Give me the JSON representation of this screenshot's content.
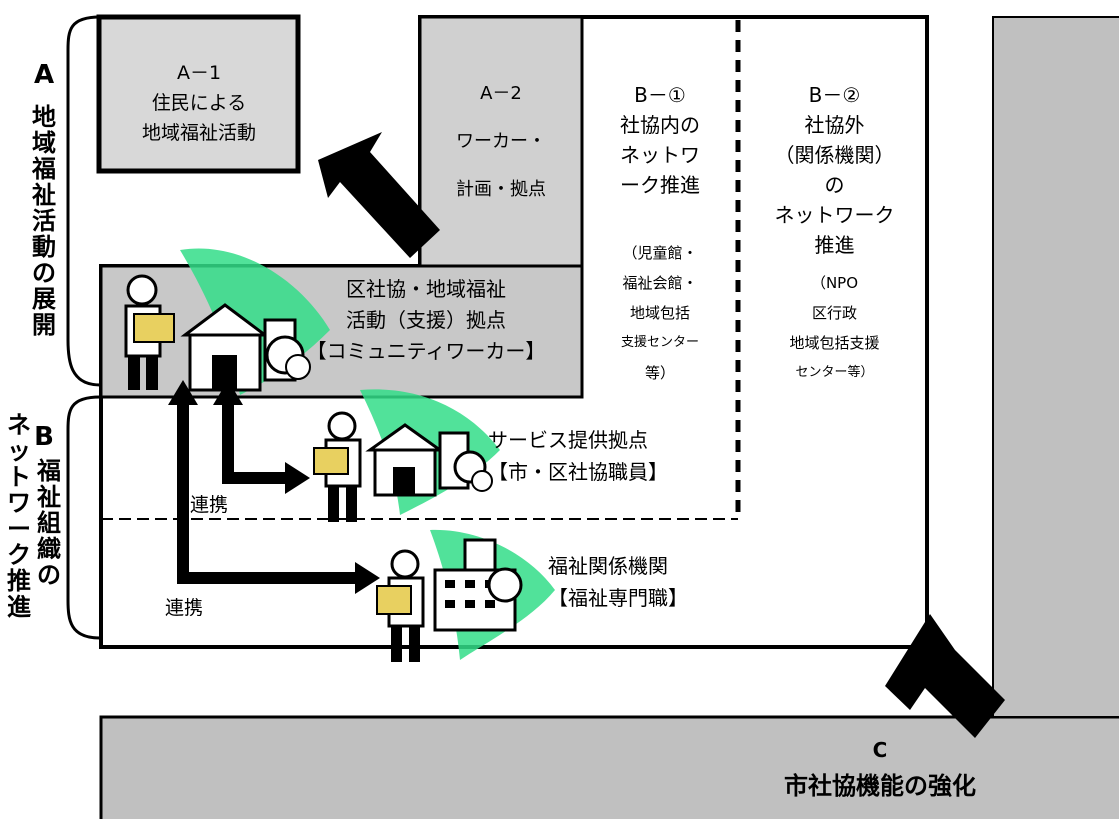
{
  "left_labels": {
    "a_letter": "A",
    "a_text": "地域福祉活動の展開",
    "b_letter": "B",
    "b_line1": "ネットワーク推進",
    "b_line2": "福祉組織の"
  },
  "boxes": {
    "a1": {
      "line1": "A－1",
      "line2": "住民による",
      "line3": "地域福祉活動"
    },
    "a2": {
      "line1": "A－2",
      "line2": "ワーカー・",
      "line3": "計画・拠点"
    },
    "b1": {
      "line1": "B－①",
      "line2": "社協内の",
      "line3": "ネットワ",
      "line4": "ーク推進",
      "sub1": "（児童館・",
      "sub2": "福祉会館・",
      "sub3": "地域包括",
      "sub4": "支援センター",
      "sub5": "等）"
    },
    "b2": {
      "line1": "B－②",
      "line2": "社協外",
      "line3": "（関係機関）",
      "line4": "の",
      "line5": "ネットワーク",
      "line6": "推進",
      "sub1": "（NPO",
      "sub2": "区行政",
      "sub3": "地域包括支援",
      "sub4": "センター等）"
    }
  },
  "hub": {
    "line1": "区社協・地域福祉",
    "line2": "活動（支援）拠点",
    "line3": "【コミュニティワーカー】"
  },
  "service": {
    "line1": "サービス提供拠点",
    "line2": "【市・区社協職員】"
  },
  "welfare": {
    "line1": "福祉関係機関",
    "line2": "【福祉専門職】"
  },
  "links": {
    "upper": "連携",
    "lower": "連携"
  },
  "city": {
    "letter": "C",
    "label": "市社協機能の強化"
  },
  "colors": {
    "gray_dark": "#c0c0c0",
    "gray_light": "#d8d8d8",
    "green": "#33dd88",
    "black": "#000000"
  }
}
